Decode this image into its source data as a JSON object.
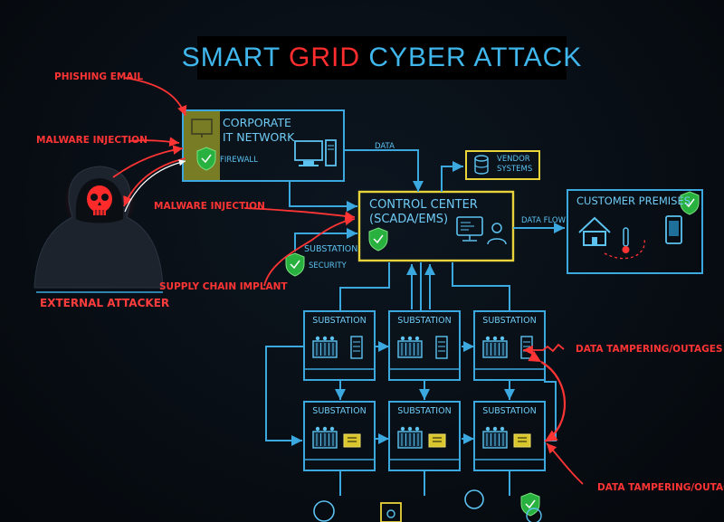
{
  "title": {
    "part1": "SMART ",
    "part2": "GRID",
    "part3": " CYBER ATTACK"
  },
  "attacker": {
    "label": "EXTERNAL ATTACKER"
  },
  "attacks": {
    "phishing": "PHISHING EMAIL",
    "malware1": "MALWARE INJECTION",
    "malware2": "MALWARE INJECTION",
    "supply": "SUPPLY CHAIN IMPLANT",
    "tamper1": "DATA TAMPERING/OUTAGES",
    "tamper2": "DATA TAMPERING/OUTAGES"
  },
  "corporate": {
    "line1": "CORPORATE",
    "line2": "IT NETWORK",
    "firewall": "FIREWALL"
  },
  "labels": {
    "data": "DATA",
    "data_flow": "DATA FLOW",
    "sub_security1": "SUBSTATION",
    "sub_security2": "SECURITY"
  },
  "vendor": {
    "line1": "VENDOR",
    "line2": "SYSTEMS"
  },
  "control": {
    "line1": "CONTROL CENTER",
    "line2": "(SCADA/EMS)"
  },
  "customer": {
    "title": "CUSTOMER PREMISES"
  },
  "substations": [
    "SUBSTATION",
    "SUBSTATION",
    "SUBSTATION",
    "SUBSTATION",
    "SUBSTATION",
    "SUBSTATION"
  ],
  "colors": {
    "blue": "#3ba9e0",
    "yellow": "#e8d43a",
    "red": "#ff3434",
    "green": "#35c44a"
  }
}
